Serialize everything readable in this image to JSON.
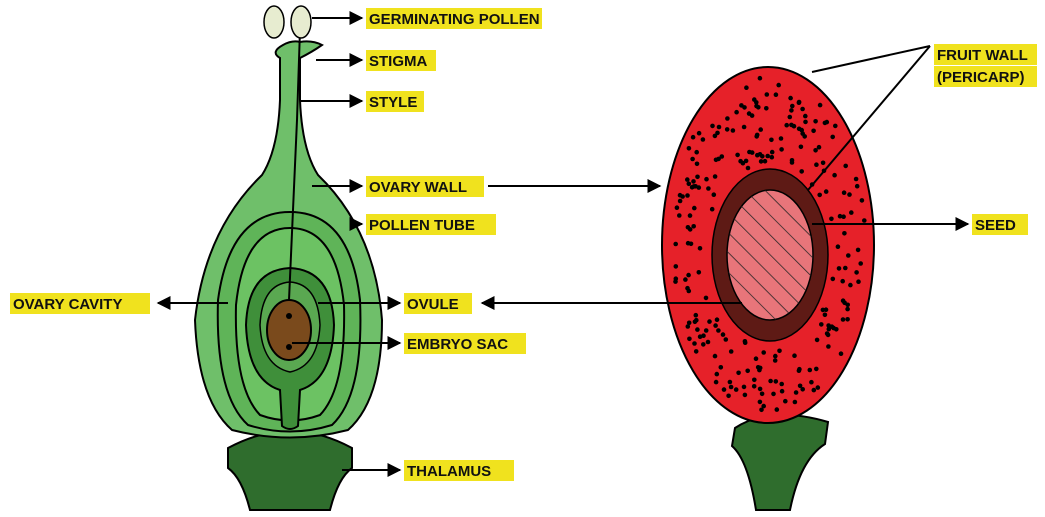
{
  "labels": {
    "germinating_pollen": "GERMINATING POLLEN",
    "stigma": "STIGMA",
    "style": "STYLE",
    "ovary_wall": "OVARY WALL",
    "pollen_tube": "POLLEN TUBE",
    "ovary_cavity": "OVARY CAVITY",
    "ovule": "OVULE",
    "embryo_sac": "EMBRYO SAC",
    "thalamus": "THALAMUS",
    "fruit_wall_line1": "FRUIT WALL",
    "fruit_wall_line2": "(PERICARP)",
    "seed": "SEED"
  },
  "colors": {
    "label_bg": "#f0e21e",
    "pistil_outer": "#6fbf6a",
    "pistil_inner": "#5daf55",
    "ovule": "#3f8f3a",
    "embryo_sac": "#7a4a1c",
    "thalamus": "#2f6d2d",
    "fruit_wall": "#e62129",
    "fruit_inner_ring": "#5e1a15",
    "seed": "#e8757a"
  }
}
